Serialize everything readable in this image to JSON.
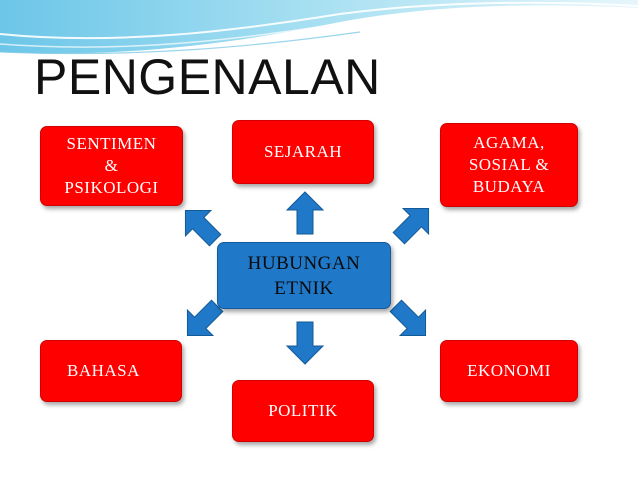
{
  "slide": {
    "title": "PENGENALAN"
  },
  "diagram": {
    "center": {
      "label": "HUBUNGAN\nETNIK"
    },
    "nodes": [
      {
        "id": "sentimen",
        "label": "SENTIMEN\n&\nPSIKOLOGI"
      },
      {
        "id": "sejarah",
        "label": "SEJARAH"
      },
      {
        "id": "agama",
        "label": "AGAMA,\nSOSIAL &\nBUDAYA"
      },
      {
        "id": "bahasa",
        "label": "BAHASA"
      },
      {
        "id": "politik",
        "label": "POLITIK"
      },
      {
        "id": "ekonomi",
        "label": "EKONOMI"
      }
    ],
    "colors": {
      "node_fill": "#ff0000",
      "center_fill": "#1f78c8",
      "arrow_fill": "#1f78c8",
      "header_wave": "#8fd3ec"
    }
  }
}
